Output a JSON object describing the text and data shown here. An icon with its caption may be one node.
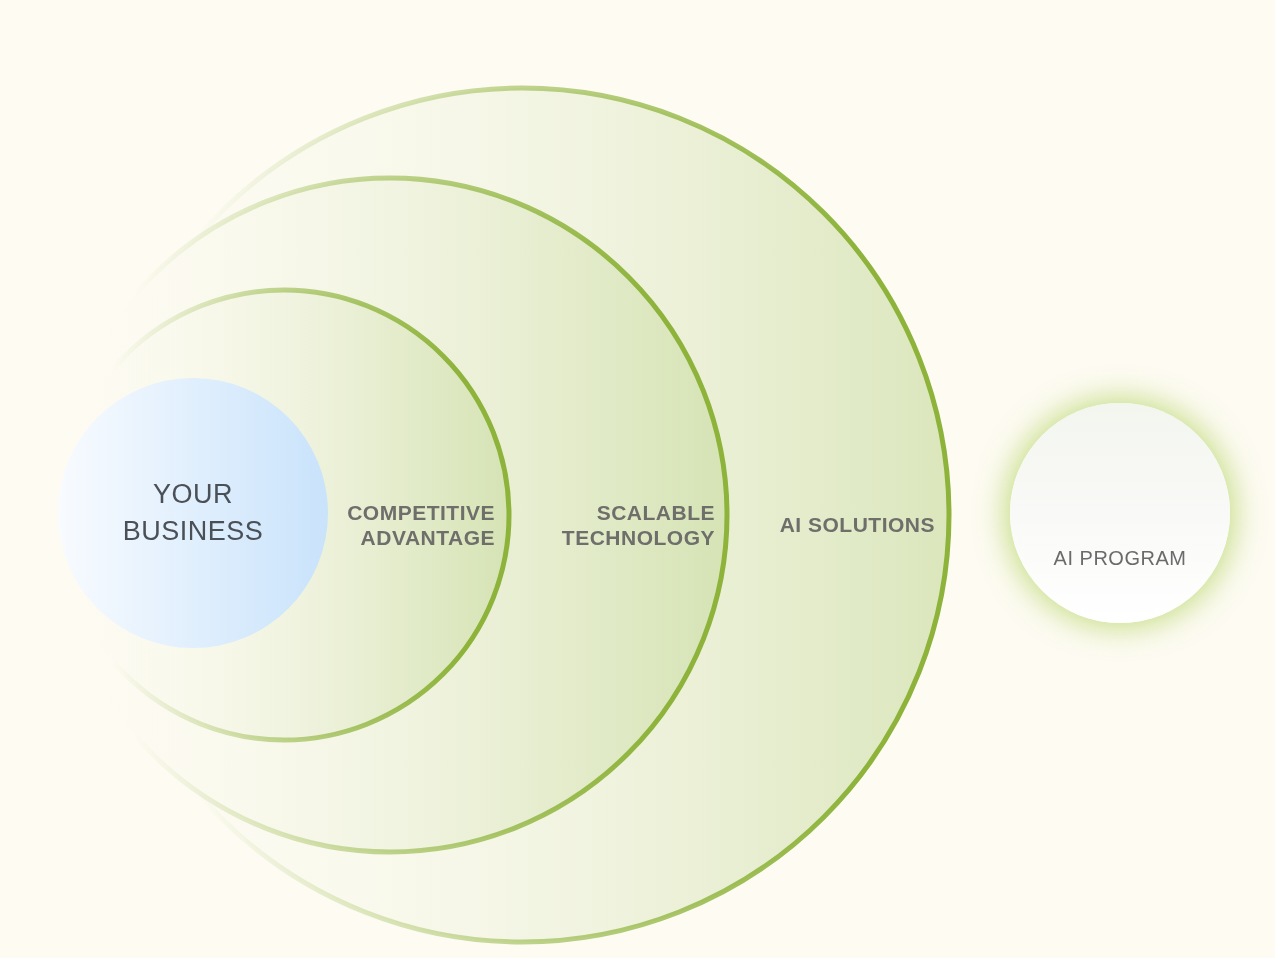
{
  "diagram": {
    "nodes": [
      {
        "text": [
          "YOUR BUSINESS"
        ],
        "in": 1
      },
      {
        "text": [
          "COMPETITIVE ADVANTAGE"
        ],
        "in": 2
      },
      {
        "text": [
          "SCALABLE TECHNOLOGY"
        ],
        "in": 3
      },
      {
        "text": [
          "AI SOLUTIONS"
        ]
      },
      {
        "text": [
          "AI PROGRAM"
        ]
      }
    ]
  }
}
